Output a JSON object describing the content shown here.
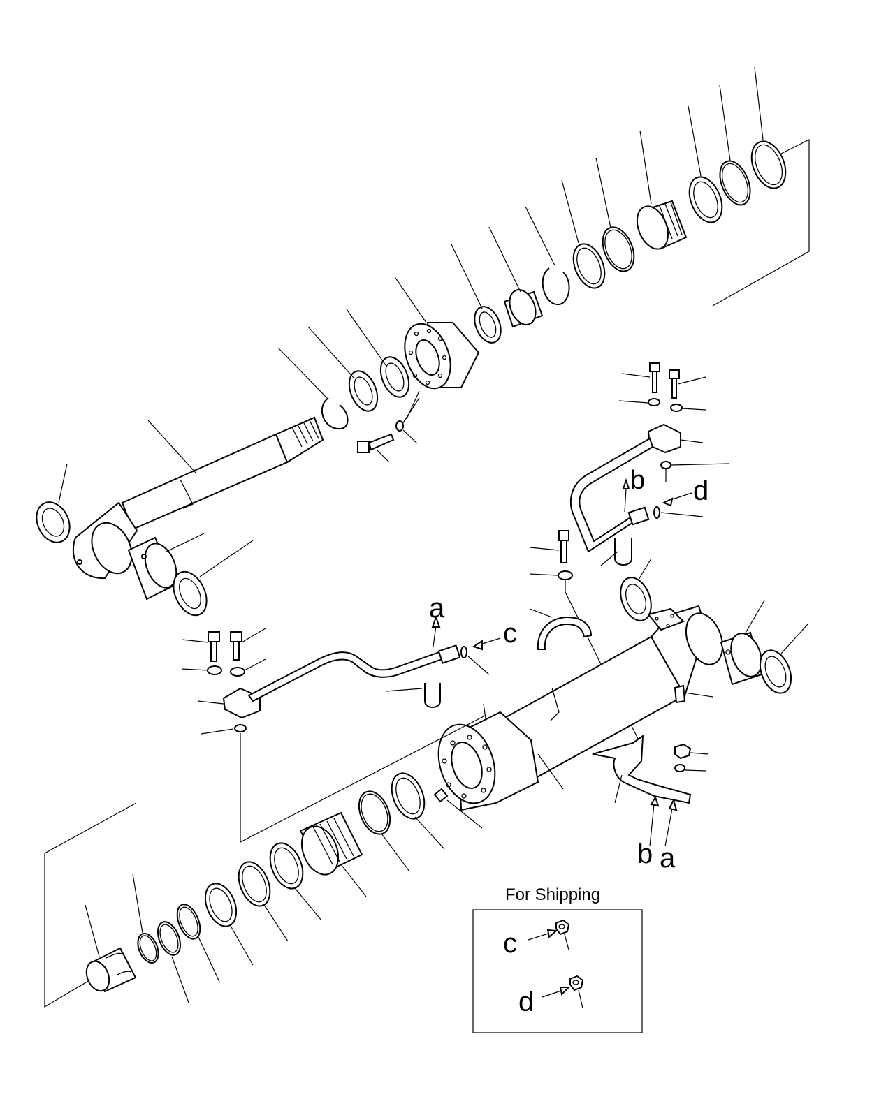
{
  "callouts": {
    "a_tube": "a",
    "b_tube": "b",
    "c_oring": "c",
    "d_oring": "d",
    "b_clamp": "b",
    "a_clamp": "a"
  },
  "shipping": {
    "title": "For Shipping",
    "c_label": "c",
    "d_label": "d"
  }
}
